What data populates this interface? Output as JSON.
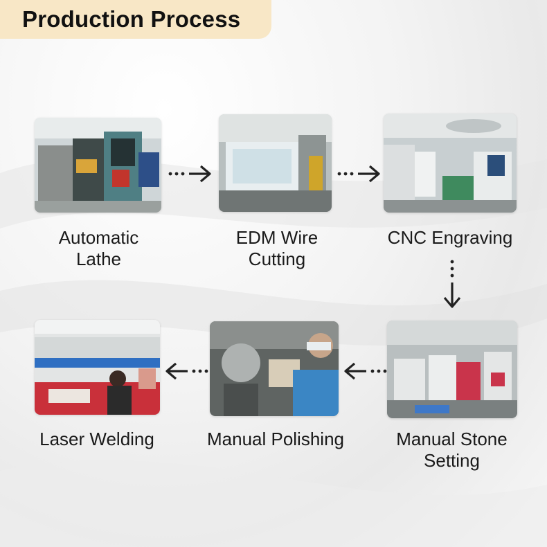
{
  "title": "Production Process",
  "steps": [
    {
      "label": "Automatic\nLathe"
    },
    {
      "label": "EDM Wire\nCutting"
    },
    {
      "label": "CNC Engraving"
    },
    {
      "label": "Manual Stone\nSetting"
    },
    {
      "label": "Manual Polishing"
    },
    {
      "label": "Laser Welding"
    }
  ],
  "colors": {
    "title_bg": "#f8e7c6",
    "text": "#1a1a1a",
    "arrow": "#222222"
  }
}
